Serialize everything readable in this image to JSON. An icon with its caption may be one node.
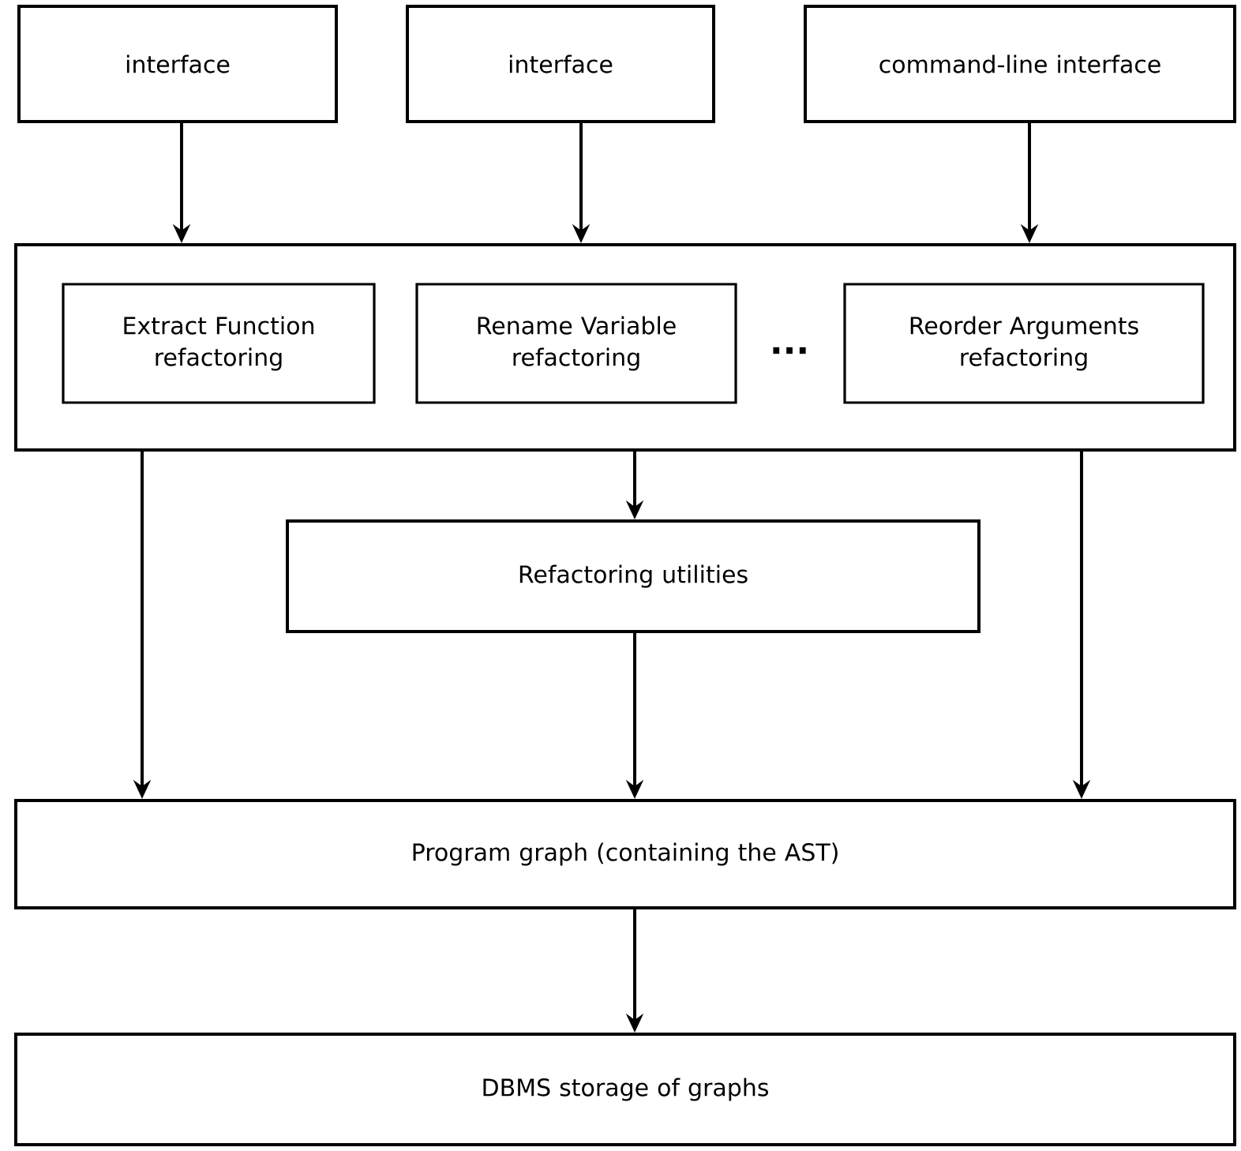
{
  "diagram": {
    "nodes": [
      {
        "text": [
          "interface"
        ]
      },
      {
        "text": [
          "interface"
        ]
      },
      {
        "text": [
          "command-line interface"
        ]
      },
      {
        "text": [],
        "shape": "box"
      },
      {
        "text": [
          "Extract Function refactoring"
        ],
        "in": 3
      },
      {
        "text": [
          "Rename Variable refactoring"
        ],
        "in": 3
      },
      {
        "text": [
          "Reorder Arguments refactoring"
        ],
        "in": 3
      },
      {
        "text": [
          "Refactoring utilities"
        ]
      },
      {
        "text": [
          "Program graph (containing the AST)"
        ]
      },
      {
        "text": [
          "DBMS storage of graphs"
        ]
      }
    ],
    "edges": [
      {
        "from": 0,
        "to": 3,
        "arrow": "to"
      },
      {
        "from": 1,
        "to": 3,
        "arrow": "to"
      },
      {
        "from": 2,
        "to": 3,
        "arrow": "to"
      },
      {
        "from": 3,
        "to": 7,
        "arrow": "to"
      },
      {
        "from": 3,
        "to": 8,
        "arrow": "to"
      },
      {
        "from": 7,
        "to": 8,
        "arrow": "to"
      },
      {
        "from": 3,
        "to": 8,
        "arrow": "to"
      },
      {
        "from": 8,
        "to": 9,
        "arrow": "to"
      }
    ],
    "labels": [
      "..."
    ]
  }
}
